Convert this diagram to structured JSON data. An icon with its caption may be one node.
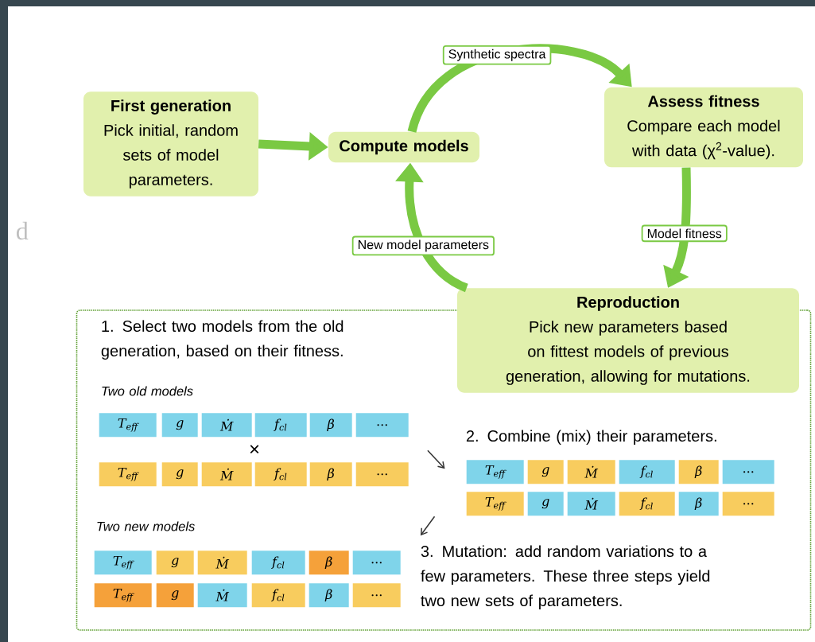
{
  "diagram": {
    "nodes": [
      {
        "text": [
          "First generation",
          "Pick initial, random sets of model parameters."
        ]
      },
      {
        "text": [
          "Compute models"
        ]
      },
      {
        "text": [
          "Assess fitness",
          "Compare each model with data (χ$^{2}$-value)."
        ]
      },
      {
        "text": [
          "Reproduction",
          "Pick new parameters based on fittest models of previous generation, allowing for mutations."
        ]
      },
      {
        "text": [
          "1. Select two models from the old generation, based on their fitness.",
          "Two old models",
          "2. Combine (mix) their parameters.",
          "Two new models",
          "3. Mutation: add random variations to a few parameters. These three steps yield two new sets of parameters."
        ]
      },
      {
        "text": [
          "T$_{eff}$"
        ],
        "in": 4
      },
      {
        "text": [
          "g"
        ],
        "in": 4
      },
      {
        "text": [
          "Ṁ"
        ],
        "in": 4
      },
      {
        "text": [
          "f$_{cl}$"
        ],
        "in": 4
      },
      {
        "text": [
          "β"
        ],
        "in": 4
      },
      {
        "text": [
          "..."
        ],
        "in": 4
      },
      {
        "text": [
          "T$_{eff}$"
        ],
        "in": 4
      },
      {
        "text": [
          "g"
        ],
        "in": 4
      },
      {
        "text": [
          "Ṁ"
        ],
        "in": 4
      },
      {
        "text": [
          "f$_{cl}$"
        ],
        "in": 4
      },
      {
        "text": [
          "β"
        ],
        "in": 4
      },
      {
        "text": [
          "..."
        ],
        "in": 4
      },
      {
        "text": [
          "T$_{eff}$"
        ],
        "in": 4
      },
      {
        "text": [
          "g"
        ],
        "in": 4
      },
      {
        "text": [
          "Ṁ"
        ],
        "in": 4
      },
      {
        "text": [
          "f$_{cl}$"
        ],
        "in": 4
      },
      {
        "text": [
          "β"
        ],
        "in": 4
      },
      {
        "text": [
          "..."
        ],
        "in": 4
      },
      {
        "text": [
          "T$_{eff}$"
        ],
        "in": 4
      },
      {
        "text": [
          "g"
        ],
        "in": 4
      },
      {
        "text": [
          "Ṁ"
        ],
        "in": 4
      },
      {
        "text": [
          "f$_{cl}$"
        ],
        "in": 4
      },
      {
        "text": [
          "β"
        ],
        "in": 4
      },
      {
        "text": [
          "..."
        ],
        "in": 4
      },
      {
        "text": [
          "T$_{eff}$"
        ],
        "in": 4
      },
      {
        "text": [
          "g"
        ],
        "in": 4
      },
      {
        "text": [
          "Ṁ"
        ],
        "in": 4
      },
      {
        "text": [
          "f$_{cl}$"
        ],
        "in": 4
      },
      {
        "text": [
          "β"
        ],
        "in": 4
      },
      {
        "text": [
          "..."
        ],
        "in": 4
      },
      {
        "text": [
          "T$_{eff}$"
        ],
        "in": 4
      },
      {
        "text": [
          "g"
        ],
        "in": 4
      },
      {
        "text": [
          "Ṁ"
        ],
        "in": 4
      },
      {
        "text": [
          "f$_{cl}$"
        ],
        "in": 4
      },
      {
        "text": [
          "β"
        ],
        "in": 4
      },
      {
        "text": [
          "..."
        ],
        "in": 4
      }
    ],
    "edges": [
      {
        "from": 0,
        "to": 1,
        "arrow": "to",
        "color": "#7ac943"
      },
      {
        "from": 1,
        "to": 2,
        "arrow": "to",
        "color": "#7ac943",
        "label": "Synthetic spectra"
      },
      {
        "from": 2,
        "to": 3,
        "arrow": "to",
        "color": "#7ac943",
        "label": "Model fitness"
      },
      {
        "from": 3,
        "to": 1,
        "arrow": "to",
        "color": "#7ac943",
        "label": "New model parameters"
      },
      {
        "from": 16,
        "to": 17,
        "arrow": "to",
        "color": "#333333"
      },
      {
        "from": 23,
        "to": 34,
        "arrow": "to",
        "color": "#333333"
      }
    ],
    "labels": [
      "d",
      "×"
    ]
  }
}
